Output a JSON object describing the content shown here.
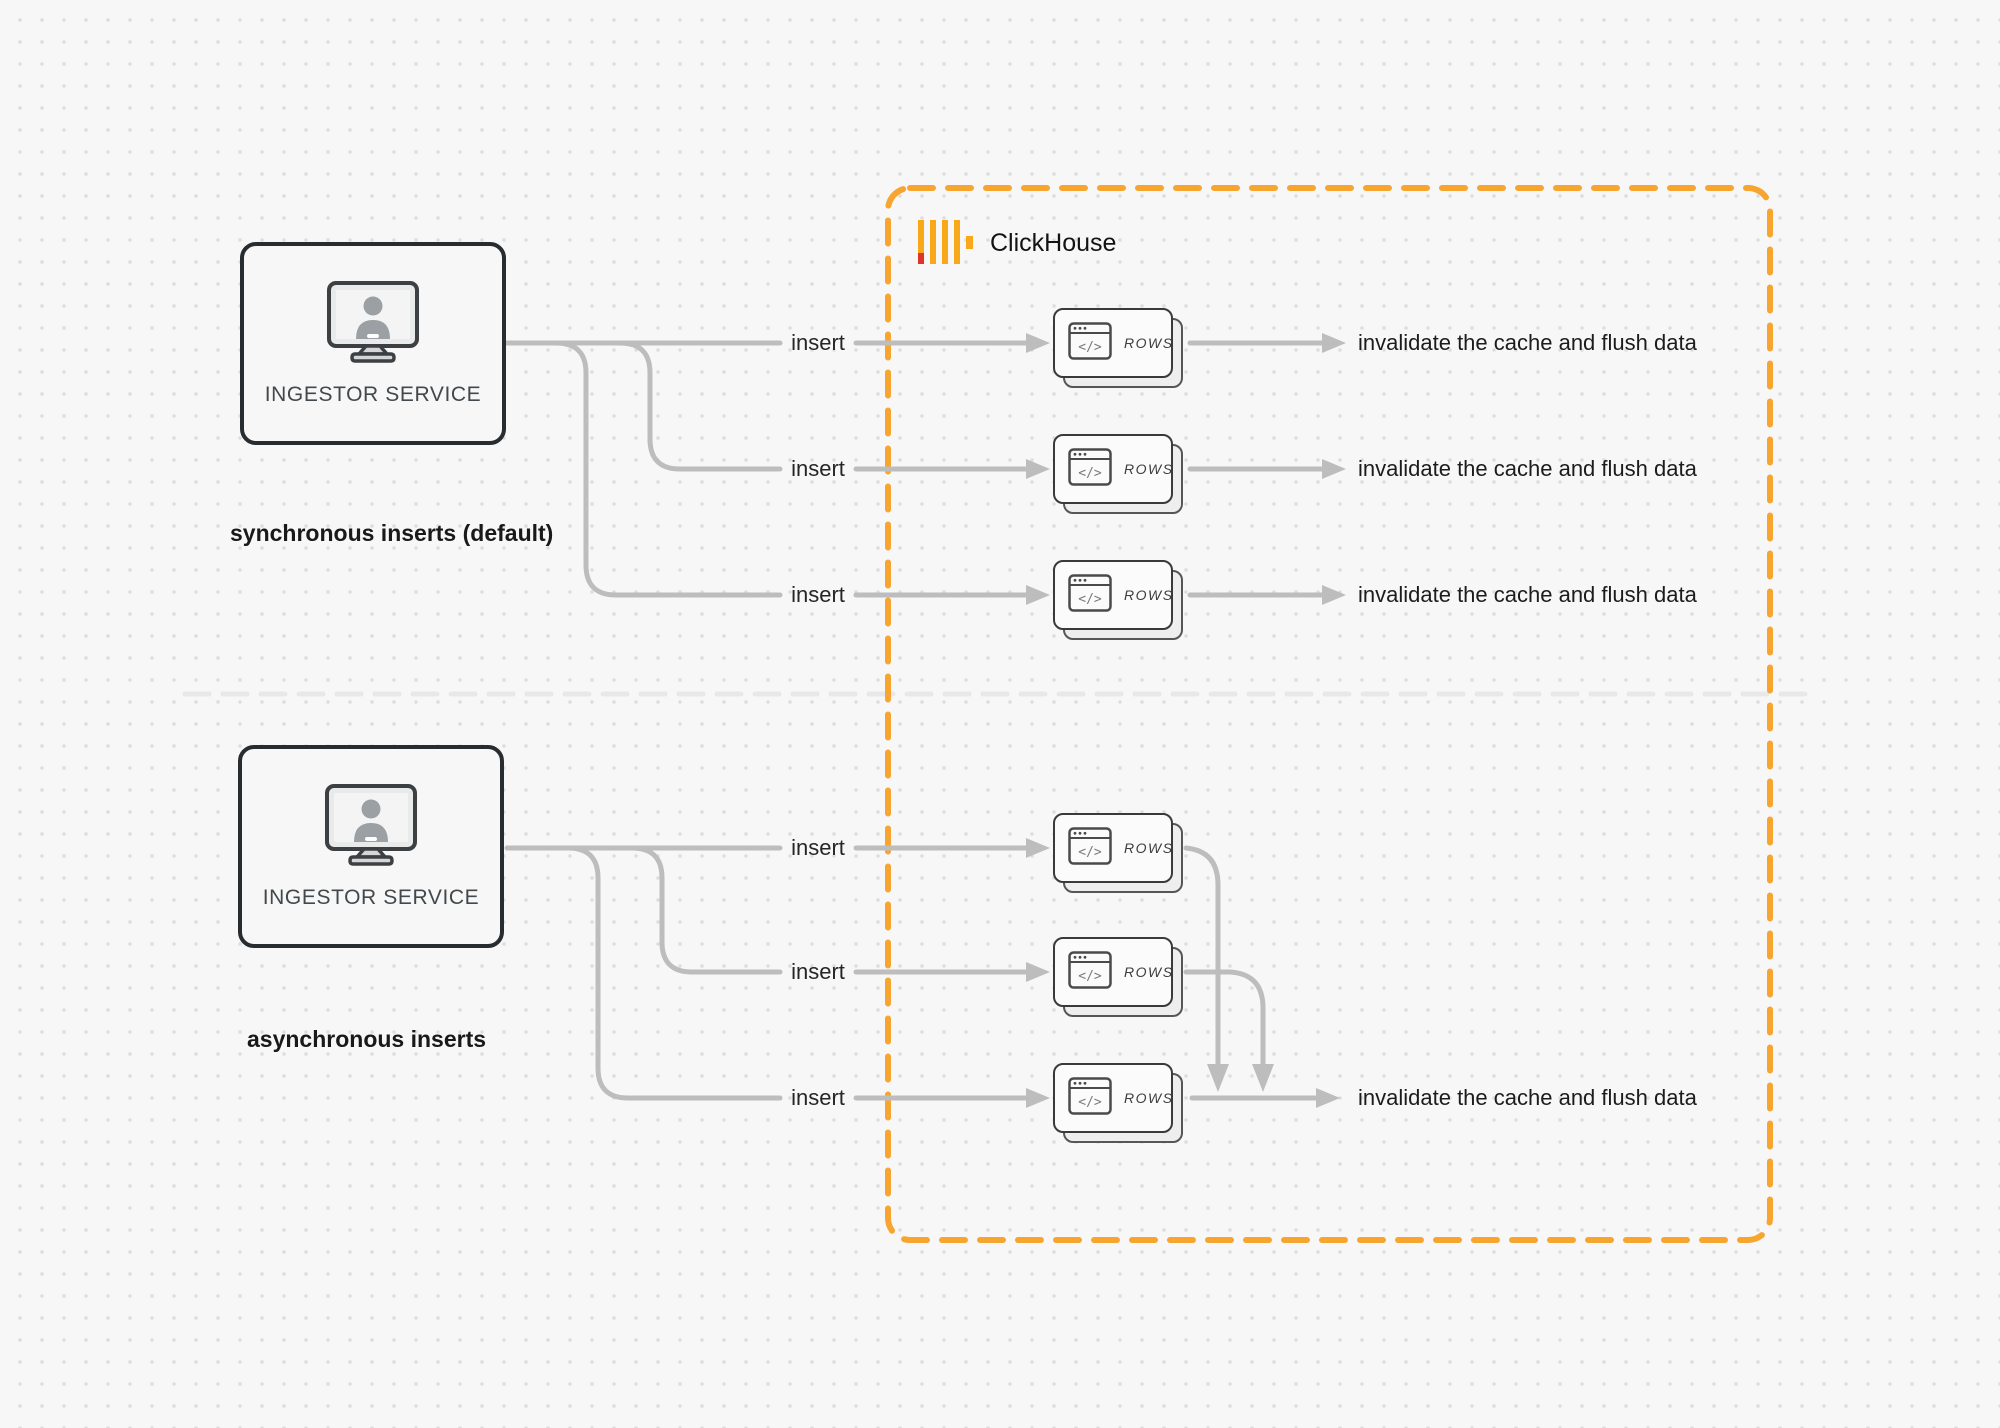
{
  "diagram": {
    "clickhouse_label": "ClickHouse",
    "sync_section": {
      "service_label": "INGESTOR SERVICE",
      "caption": "synchronous inserts (default)",
      "flows": [
        {
          "insert": "insert",
          "table": "ROWS",
          "result": "invalidate the cache and flush data"
        },
        {
          "insert": "insert",
          "table": "ROWS",
          "result": "invalidate the cache and flush data"
        },
        {
          "insert": "insert",
          "table": "ROWS",
          "result": "invalidate the cache and flush data"
        }
      ]
    },
    "async_section": {
      "service_label": "INGESTOR SERVICE",
      "caption": "asynchronous inserts",
      "flows": [
        {
          "insert": "insert",
          "table": "ROWS"
        },
        {
          "insert": "insert",
          "table": "ROWS"
        },
        {
          "insert": "insert",
          "table": "ROWS"
        }
      ],
      "result": "invalidate the cache and flush data"
    },
    "colors": {
      "accent_orange": "#F7A52E",
      "logo_yellow": "#F9A819",
      "logo_red": "#E0342B",
      "connector_gray": "#BDBDBD",
      "divider_gray": "#E8E8E8"
    }
  }
}
